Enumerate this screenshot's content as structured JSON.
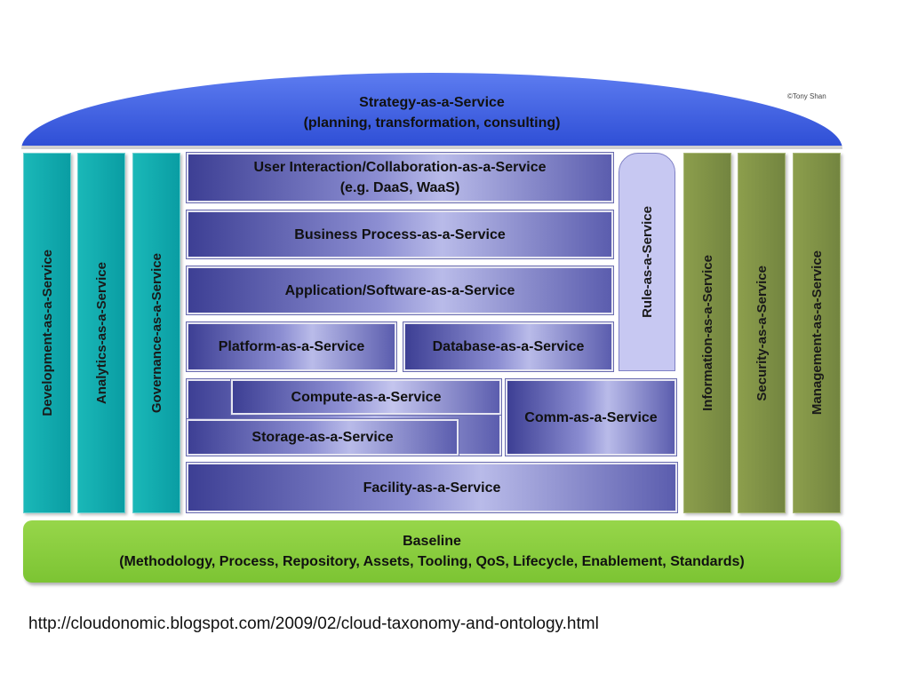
{
  "strategy": {
    "title": "Strategy-as-a-Service",
    "subtitle": "(planning, transformation, consulting)"
  },
  "copyright": "©Tony Shan",
  "left_columns": [
    "Development-as-a-Service",
    "Analytics-as-a-Service",
    "Governance-as-a-Service"
  ],
  "right_columns": [
    "Information-as-a-Service",
    "Security-as-a-Service",
    "Management-as-a-Service"
  ],
  "stack": {
    "user_interaction": {
      "title": "User Interaction/Collaboration-as-a-Service",
      "subtitle": "(e.g. DaaS, WaaS)"
    },
    "business_process": "Business Process-as-a-Service",
    "application": "Application/Software-as-a-Service",
    "platform": "Platform-as-a-Service",
    "database": "Database-as-a-Service",
    "compute": "Compute-as-a-Service",
    "storage": "Storage-as-a-Service",
    "comm": "Comm-as-a-Service",
    "facility": "Facility-as-a-Service"
  },
  "rule": "Rule-as-a-Service",
  "baseline": {
    "title": "Baseline",
    "subtitle": "(Methodology, Process, Repository, Assets, Tooling, QoS, Lifecycle, Enablement, Standards)"
  },
  "url": "http://cloudonomic.blogspot.com/2009/02/cloud-taxonomy-and-ontology.html",
  "colors": {
    "strategy": "#3f5fe0",
    "teal": "#12aeb0",
    "olive": "#7f9146",
    "stack": "#6e70c0",
    "rule": "#c7c8f2",
    "baseline": "#8ccd3f"
  }
}
